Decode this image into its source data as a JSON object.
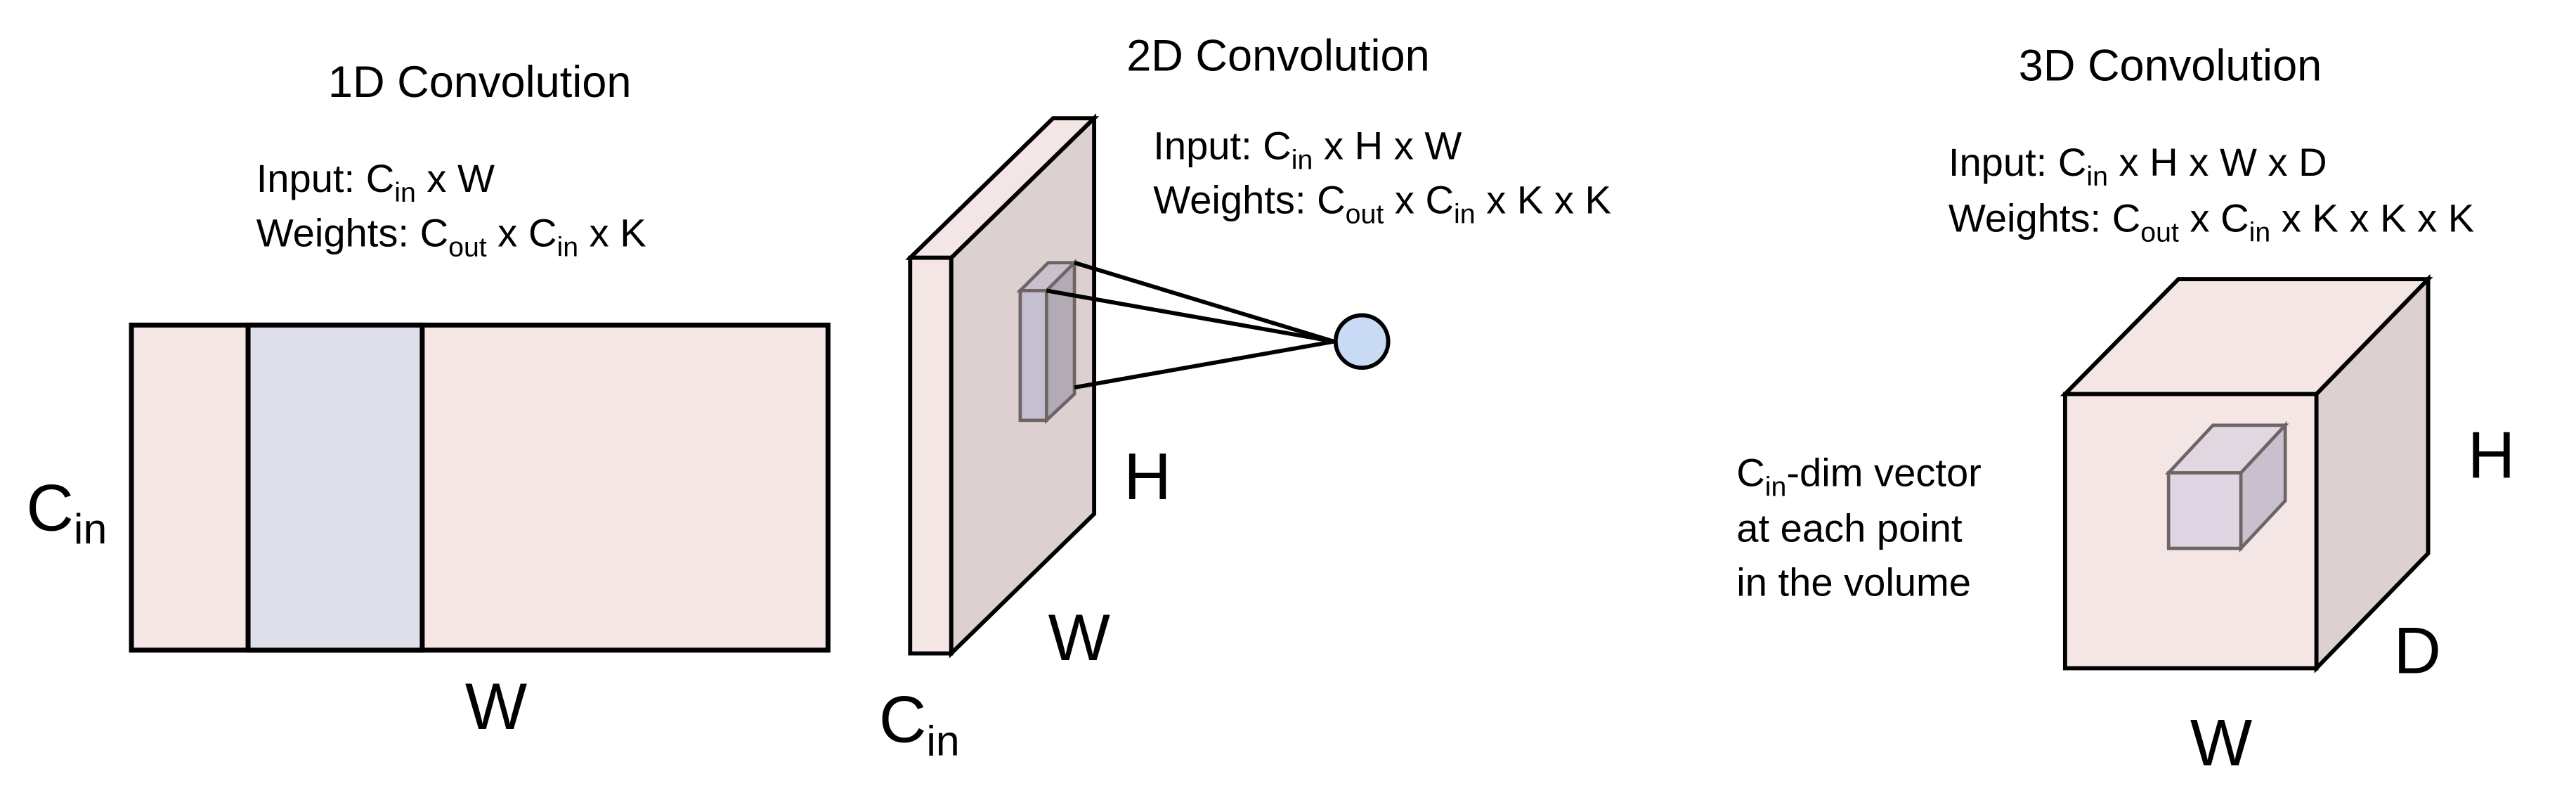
{
  "colors": {
    "input_front": "#f5e6e6",
    "input_side": "#ddd0d0",
    "kernel_front": "#dfdfeb",
    "kernel_side": "#b2aab5",
    "kernel_top": "#c9c0cd",
    "output_node": "#c9daf4",
    "kernel_border": "#6e6464",
    "stroke": "#000000"
  },
  "panels": {
    "conv1d": {
      "title": "1D Convolution",
      "input_label": "Input: ",
      "input_dims": [
        {
          "base": "C",
          "sub": "in"
        },
        {
          "text": " x W"
        }
      ],
      "weights_label": "Weights: ",
      "weights_dims": [
        {
          "base": "C",
          "sub": "out"
        },
        {
          "text": " x "
        },
        {
          "base": "C",
          "sub": "in"
        },
        {
          "text": " x K"
        }
      ],
      "axis_channels": {
        "base": "C",
        "sub": "in"
      },
      "axis_width": "W"
    },
    "conv2d": {
      "title": "2D Convolution",
      "input_label": "Input: ",
      "weights_label": "Weights: ",
      "input_text_a": "C",
      "input_text_a_sub": "in",
      "input_text_b": " x H x W",
      "weights_text_a": "C",
      "weights_text_a_sub": "out",
      "weights_text_b": " x ",
      "weights_text_c": "C",
      "weights_text_c_sub": "in",
      "weights_text_d": " x K x K",
      "axis_height": "H",
      "axis_width": "W",
      "axis_channels_base": "C",
      "axis_channels_sub": "in"
    },
    "conv3d": {
      "title": "3D Convolution",
      "input_label": "Input: ",
      "weights_label": "Weights: ",
      "input_text_a": "C",
      "input_text_a_sub": "in",
      "input_text_b": " x H x W x D",
      "weights_text_a": "C",
      "weights_text_a_sub": "out",
      "weights_text_b": " x ",
      "weights_text_c": "C",
      "weights_text_c_sub": "in",
      "weights_text_d": " x K x K x K",
      "note_line1_base": "C",
      "note_line1_sub": "in",
      "note_line1_rest": "-dim vector",
      "note_line2": "at each point",
      "note_line3": "in the volume",
      "axis_height": "H",
      "axis_depth": "D",
      "axis_width": "W"
    }
  }
}
